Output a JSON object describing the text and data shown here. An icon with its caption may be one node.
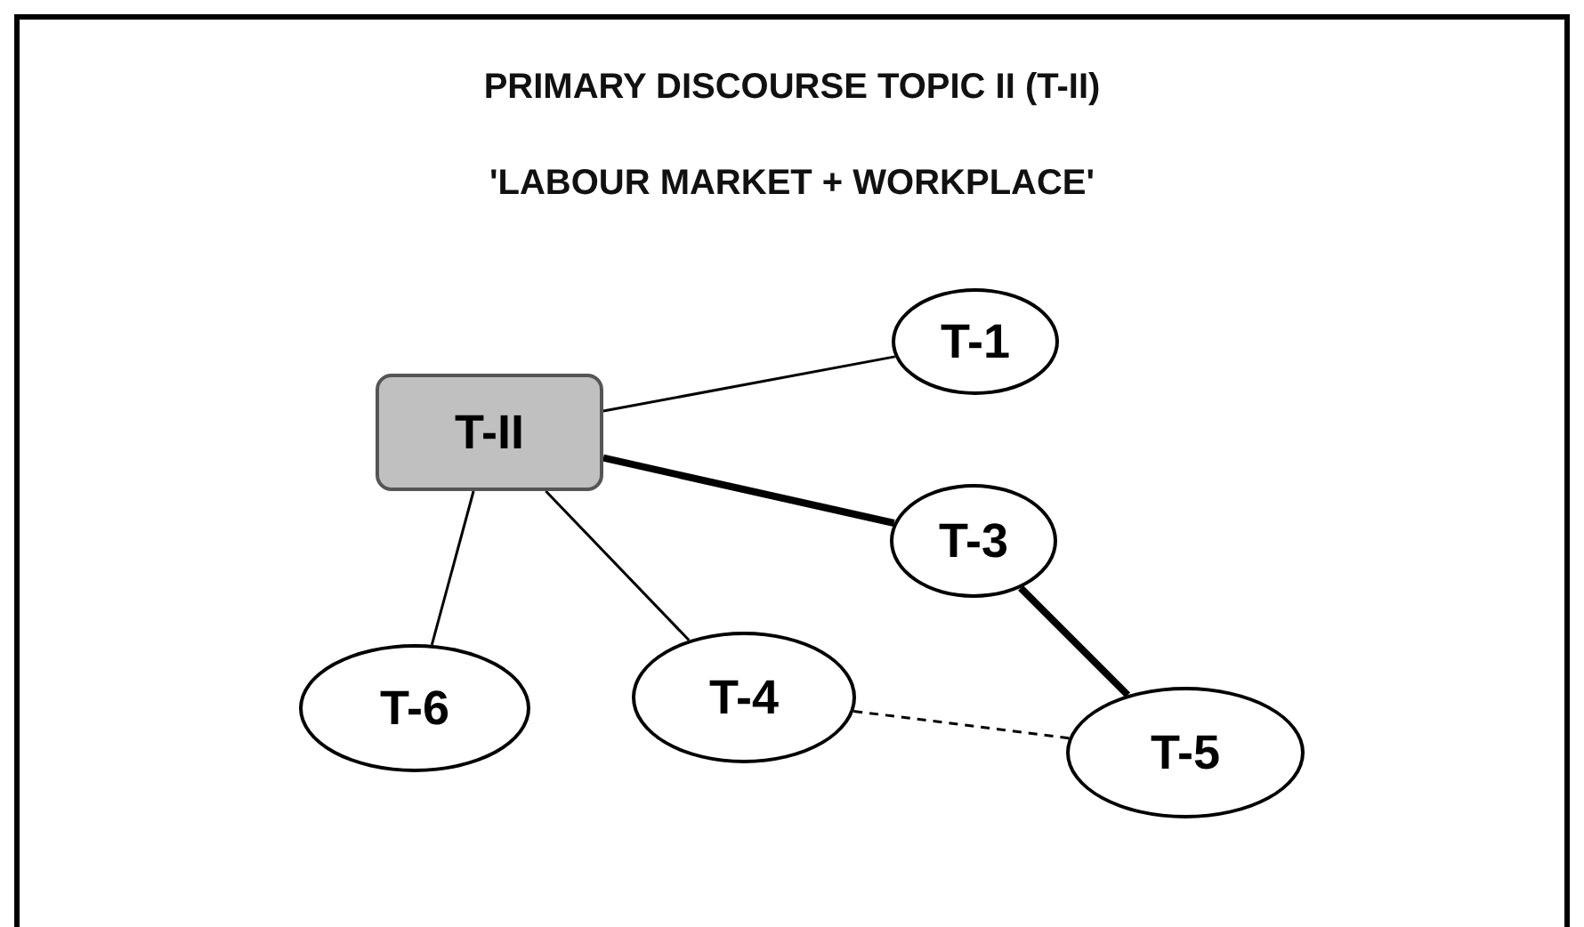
{
  "diagram": {
    "title": "PRIMARY DISCOURSE TOPIC II (T-II)",
    "nodes": [
      {
        "text": [
          "T-II"
        ]
      },
      {
        "text": [
          "T-1"
        ]
      },
      {
        "text": [
          "T-3"
        ]
      },
      {
        "text": [
          "T-6"
        ]
      },
      {
        "text": [
          "T-4"
        ]
      },
      {
        "text": [
          "T-5"
        ]
      }
    ],
    "edges": [
      {
        "from": 0,
        "to": 1,
        "arrow": "none"
      },
      {
        "from": 0,
        "to": 2,
        "arrow": "none",
        "style": "thick"
      },
      {
        "from": 0,
        "to": 3,
        "arrow": "none"
      },
      {
        "from": 0,
        "to": 4,
        "arrow": "none"
      },
      {
        "from": 2,
        "to": 5,
        "arrow": "none",
        "style": "thick"
      },
      {
        "from": 4,
        "to": 5,
        "arrow": "none",
        "style": "dashed"
      }
    ],
    "labels": [
      "'LABOUR MARKET + WORKPLACE'"
    ]
  }
}
